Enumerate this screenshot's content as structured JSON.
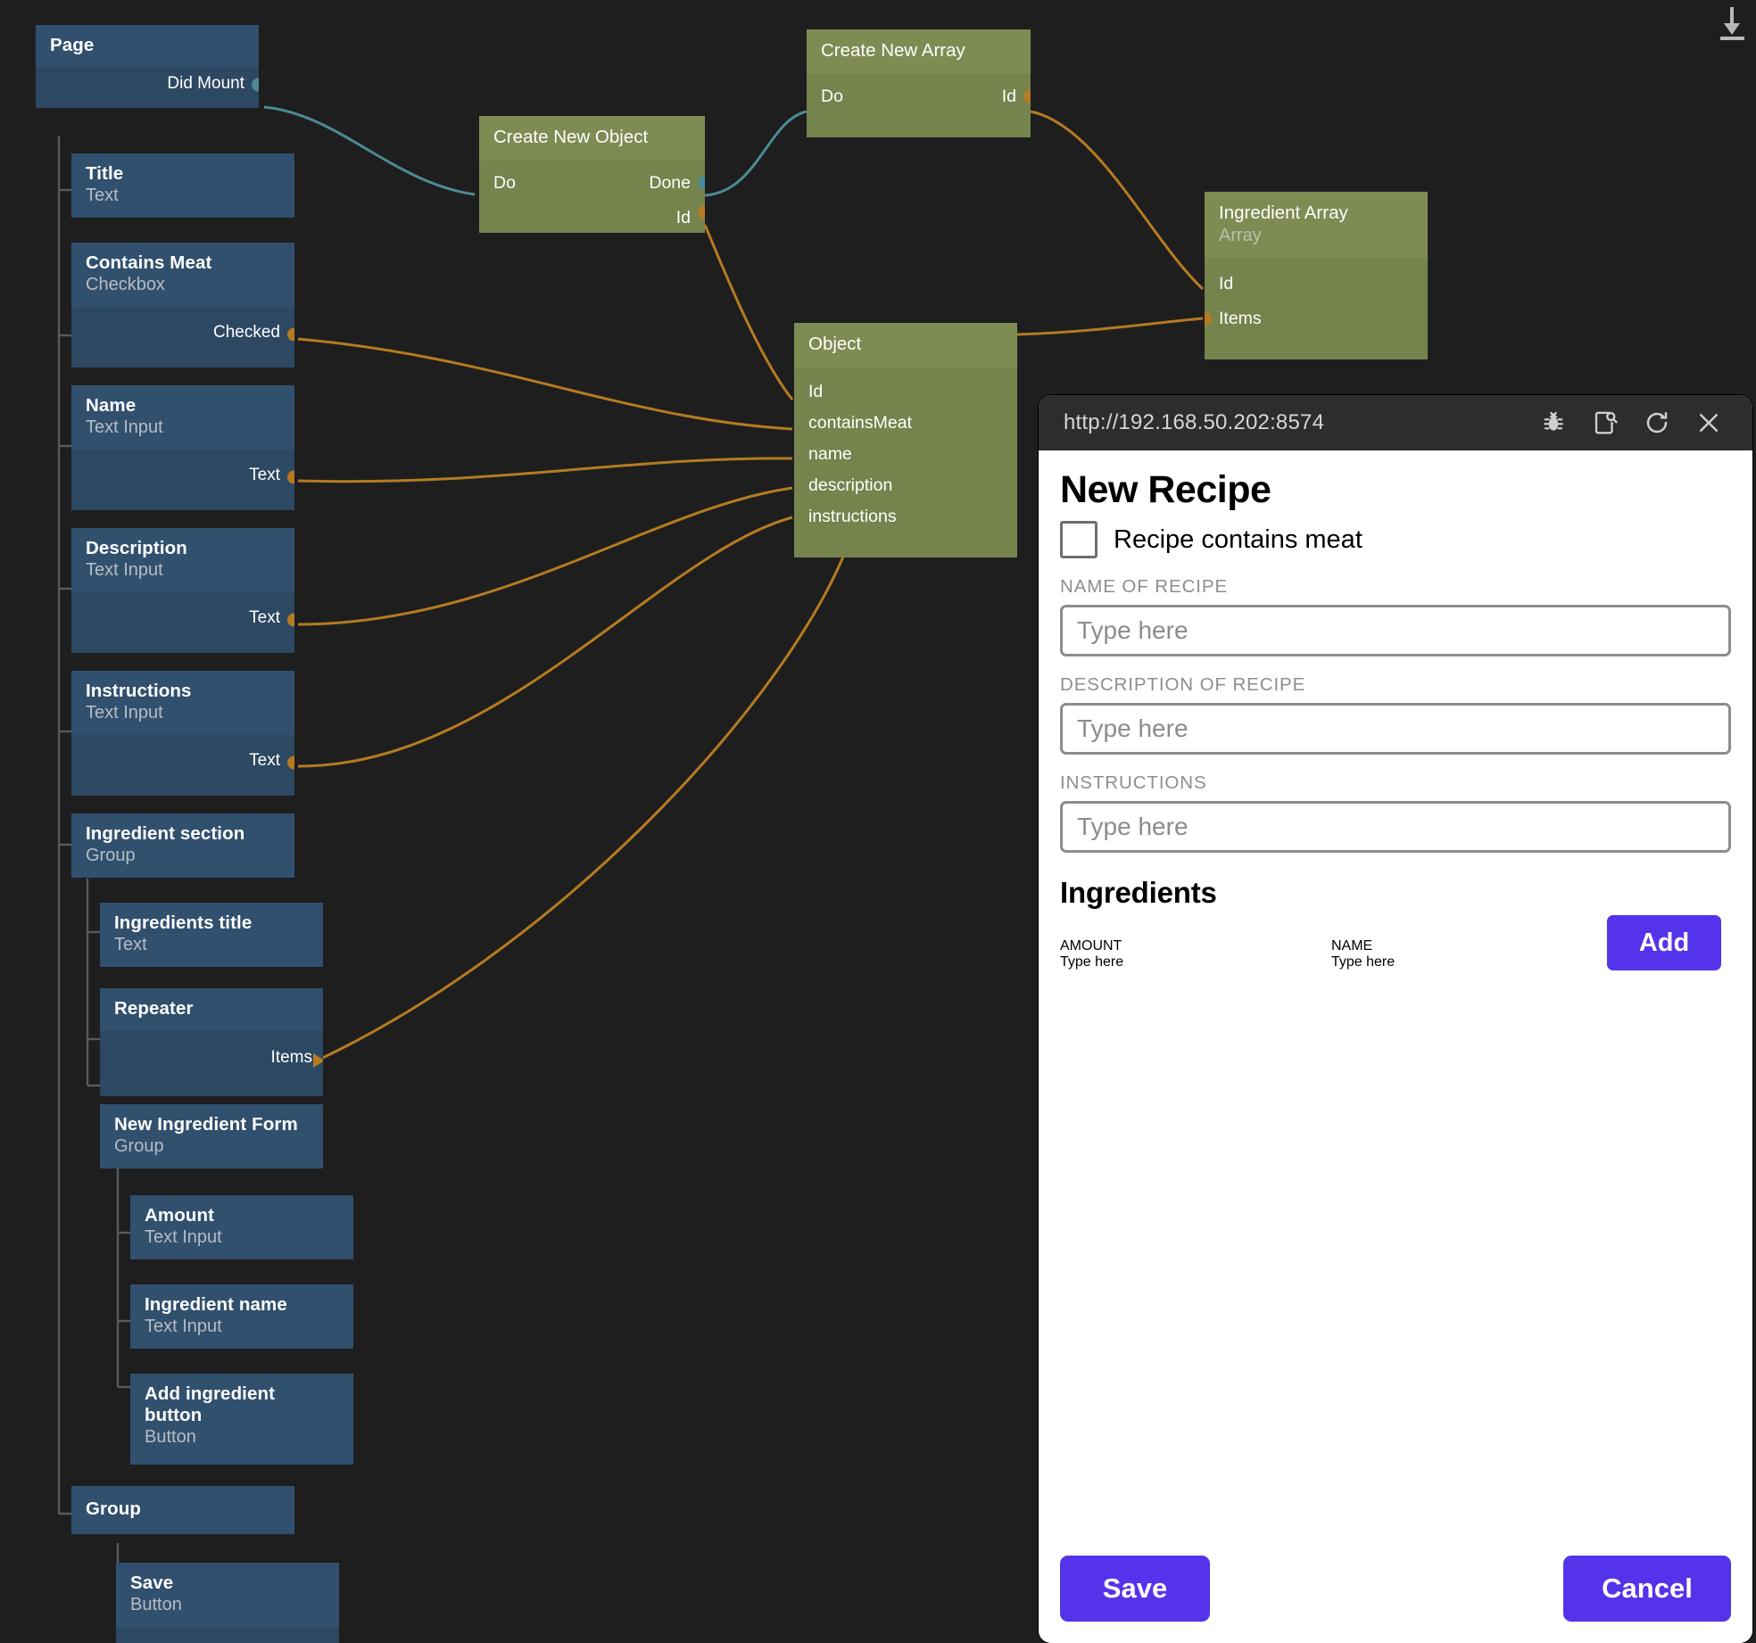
{
  "window": {
    "download_icon": "download-icon"
  },
  "editor": {
    "tree_nodes": [
      {
        "name": "Page",
        "type": "",
        "ports": [
          {
            "label": "Did Mount",
            "kind": "signal-out"
          }
        ]
      },
      {
        "name": "Title",
        "type": "Text",
        "ports": []
      },
      {
        "name": "Contains Meat",
        "type": "Checkbox",
        "ports": [
          {
            "label": "Checked",
            "kind": "data-out"
          }
        ]
      },
      {
        "name": "Name",
        "type": "Text Input",
        "ports": [
          {
            "label": "Text",
            "kind": "data-out"
          }
        ]
      },
      {
        "name": "Description",
        "type": "Text Input",
        "ports": [
          {
            "label": "Text",
            "kind": "data-out"
          }
        ]
      },
      {
        "name": "Instructions",
        "type": "Text Input",
        "ports": [
          {
            "label": "Text",
            "kind": "data-out"
          }
        ]
      },
      {
        "name": "Ingredient section",
        "type": "Group",
        "ports": []
      },
      {
        "name": "Ingredients title",
        "type": "Text",
        "ports": []
      },
      {
        "name": "Repeater",
        "type": "",
        "ports": [
          {
            "label": "Items",
            "kind": "data-in"
          }
        ]
      },
      {
        "name": "New Ingredient Form",
        "type": "Group",
        "ports": []
      },
      {
        "name": "Amount",
        "type": "Text Input",
        "ports": []
      },
      {
        "name": "Ingredient name",
        "type": "Text Input",
        "ports": []
      },
      {
        "name": "Add ingredient button",
        "type": "Button",
        "ports": []
      },
      {
        "name": "Group",
        "type": "",
        "ports": []
      },
      {
        "name": "Save",
        "type": "Button",
        "ports": []
      }
    ],
    "logic_nodes": [
      {
        "name": "Create New Object",
        "type": "",
        "inputs": [
          "Do"
        ],
        "outputs": [
          "Done",
          "Id"
        ]
      },
      {
        "name": "Create New Array",
        "type": "",
        "inputs": [
          "Do"
        ],
        "outputs": [
          "Id"
        ]
      },
      {
        "name": "Ingredient Array",
        "type": "Array",
        "inputs": [
          "Id",
          "Items"
        ],
        "outputs": []
      },
      {
        "name": "Object",
        "type": "",
        "inputs": [
          "Id",
          "containsMeat",
          "name",
          "description",
          "instructions"
        ],
        "outputs": []
      }
    ],
    "colors": {
      "canvas_bg": "#1e1e1e",
      "tree_node": "#31506e",
      "tree_node_ports": "#2c4862",
      "logic_node": "#7e8c53",
      "logic_node_body": "#75834d",
      "signal_wire": "#4d8a95",
      "data_wire": "#b57b22"
    }
  },
  "browser": {
    "url": "http://192.168.50.202:8574",
    "toolbar": [
      {
        "icon": "bug-icon",
        "title": "Debug"
      },
      {
        "icon": "inspect-icon",
        "title": "Inspect"
      },
      {
        "icon": "reload-icon",
        "title": "Reload"
      },
      {
        "icon": "close-icon",
        "title": "Close"
      }
    ],
    "page": {
      "title": "New Recipe",
      "checkbox_label": "Recipe contains meat",
      "checkbox_checked": false,
      "fields": [
        {
          "label": "NAME OF RECIPE",
          "placeholder": "Type here",
          "value": ""
        },
        {
          "label": "DESCRIPTION OF RECIPE",
          "placeholder": "Type here",
          "value": ""
        },
        {
          "label": "INSTRUCTIONS",
          "placeholder": "Type here",
          "value": ""
        }
      ],
      "ingredients_title": "Ingredients",
      "ingredient_amount_label": "AMOUNT",
      "ingredient_amount_placeholder": "Type here",
      "ingredient_name_label": "NAME",
      "ingredient_name_placeholder": "Type here",
      "add_label": "Add",
      "save_label": "Save",
      "cancel_label": "Cancel",
      "accent_color": "#5433eb"
    }
  }
}
